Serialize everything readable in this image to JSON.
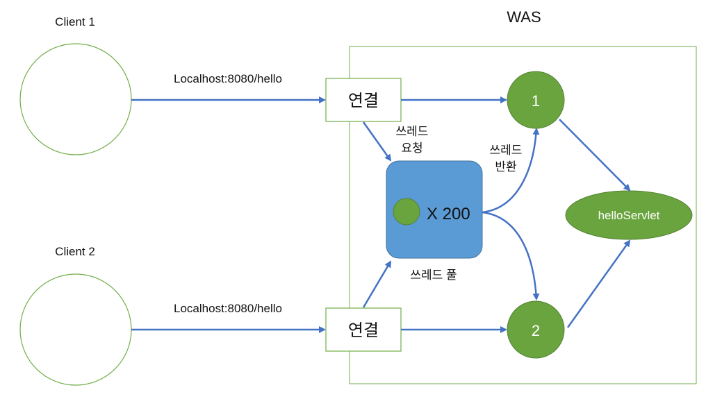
{
  "title": "WAS",
  "clients": [
    {
      "label": "Client 1",
      "url": "Localhost:8080/hello"
    },
    {
      "label": "Client 2",
      "url": "Localhost:8080/hello"
    }
  ],
  "connection_label": "연결",
  "thread_request_label": [
    "쓰레드",
    "요청"
  ],
  "thread_return_label": [
    "쓰레드",
    "반환"
  ],
  "thread_pool": {
    "label": "쓰레드 풀",
    "count_label": "X 200"
  },
  "threads": [
    "1",
    "2"
  ],
  "servlet_label": "helloServlet",
  "colors": {
    "green_fill": "#6aa43e",
    "green_stroke": "#548235",
    "outline_green": "#70ad47",
    "pool_blue": "#5b9bd5",
    "arrow_blue": "#4472c4"
  }
}
